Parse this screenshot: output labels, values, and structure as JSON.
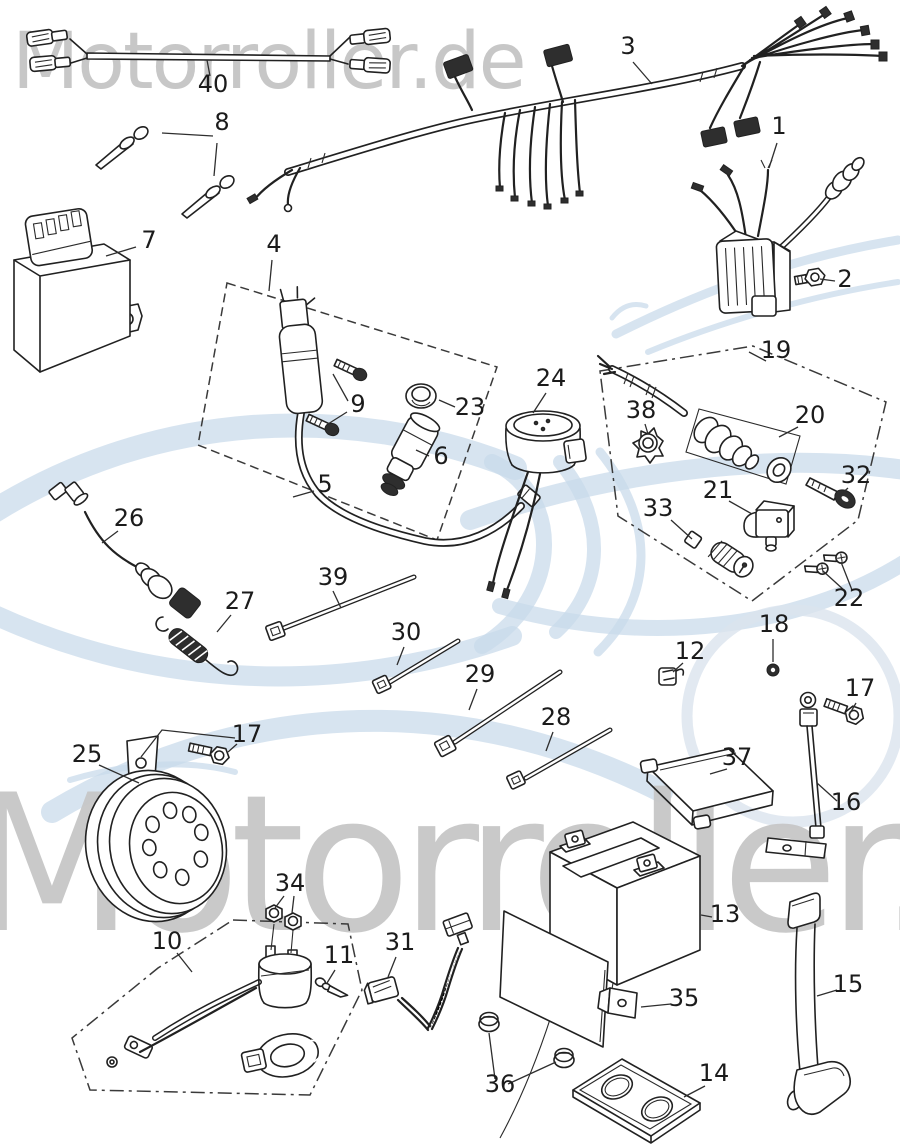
{
  "page": {
    "type": "exploded-parts-diagram",
    "subject": "scooter electrical system parts"
  },
  "watermarks": {
    "top_text": "Motorroller.de",
    "bottom_text": "Motorroller.de",
    "text_color": "#c7c7c7",
    "swoosh_color": "#c8d9ea"
  },
  "callouts": [
    {
      "number": "40",
      "part": "jumper-cable"
    },
    {
      "number": "8",
      "part": "pin-screw-set"
    },
    {
      "number": "3",
      "part": "main-wiring-harness"
    },
    {
      "number": "1",
      "part": "rectifier-regulator"
    },
    {
      "number": "2",
      "part": "flange-bolt"
    },
    {
      "number": "7",
      "part": "cdi-unit"
    },
    {
      "number": "4",
      "part": "ignition-coil-assembly"
    },
    {
      "number": "9",
      "part": "coil-screws"
    },
    {
      "number": "23",
      "part": "rubber-grommet"
    },
    {
      "number": "6",
      "part": "spark-plug-cap"
    },
    {
      "number": "5",
      "part": "ignition-cable"
    },
    {
      "number": "24",
      "part": "flasher-relay"
    },
    {
      "number": "38",
      "part": "star-lock-nut"
    },
    {
      "number": "19",
      "part": "lock-set"
    },
    {
      "number": "20",
      "part": "ignition-switch"
    },
    {
      "number": "32",
      "part": "key"
    },
    {
      "number": "21",
      "part": "seat-lock"
    },
    {
      "number": "33",
      "part": "lock-cylinder"
    },
    {
      "number": "22",
      "part": "lock-screws"
    },
    {
      "number": "26",
      "part": "switch-cable"
    },
    {
      "number": "27",
      "part": "tension-spring"
    },
    {
      "number": "39",
      "part": "cable-tie"
    },
    {
      "number": "30",
      "part": "cable-tie"
    },
    {
      "number": "29",
      "part": "cable-tie"
    },
    {
      "number": "28",
      "part": "cable-tie"
    },
    {
      "number": "12",
      "part": "cable-clamp"
    },
    {
      "number": "18",
      "part": "washer"
    },
    {
      "number": "17",
      "part": "hex-bolt-right"
    },
    {
      "number": "16",
      "part": "battery-rod"
    },
    {
      "number": "25",
      "part": "horn"
    },
    {
      "number": "17",
      "part": "hex-bolt-left"
    },
    {
      "number": "37",
      "part": "battery-cover"
    },
    {
      "number": "13",
      "part": "battery"
    },
    {
      "number": "10",
      "part": "starter-relay-assembly"
    },
    {
      "number": "34",
      "part": "terminal-nuts"
    },
    {
      "number": "11",
      "part": "pin-screw"
    },
    {
      "number": "31",
      "part": "fuse-holder"
    },
    {
      "number": "35",
      "part": "bracket"
    },
    {
      "number": "36",
      "part": "rubber-caps"
    },
    {
      "number": "14",
      "part": "battery-tray"
    },
    {
      "number": "15",
      "part": "rubber-strap"
    }
  ]
}
